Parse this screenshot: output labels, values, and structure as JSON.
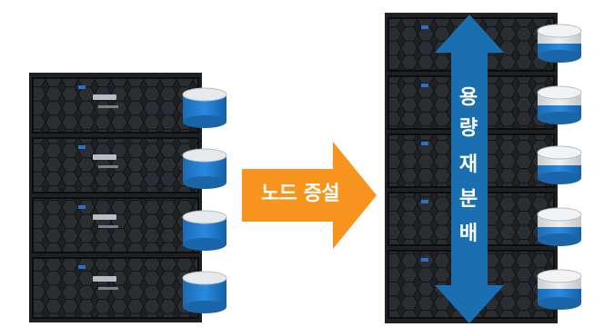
{
  "arrow_label": "노드 증설",
  "rebalance_label": [
    "용",
    "량",
    "재",
    "분",
    "배"
  ],
  "colors": {
    "server_body": "#1f2124",
    "disk_blue": "#1f78c8",
    "disk_gray": "#d9dde1",
    "arrow_orange": "#f7941d",
    "double_arrow_blue": "#1a6fb0"
  },
  "left_group": {
    "nodes": 4,
    "disk_color": "blue"
  },
  "right_group": {
    "nodes": 5,
    "disk_color": "gray-blue"
  }
}
